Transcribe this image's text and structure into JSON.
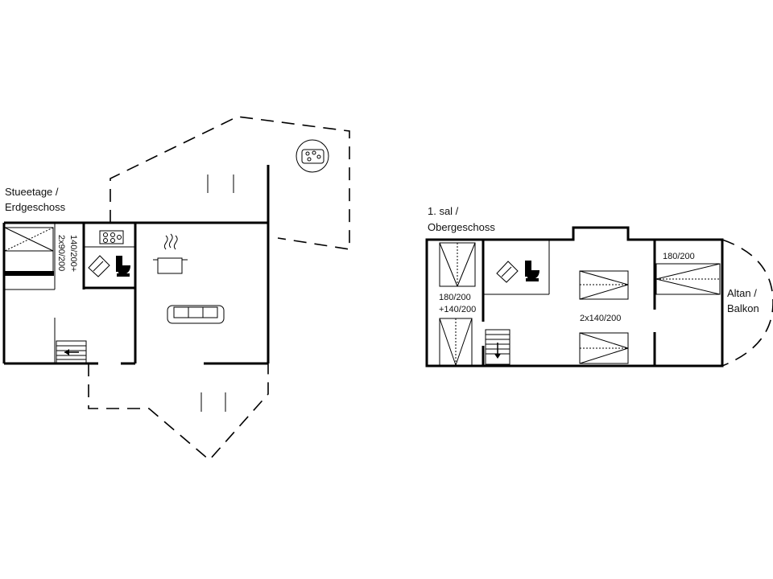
{
  "ground_floor": {
    "title_line1": "Stueetage /",
    "title_line2": "Erdgeschoss",
    "bed_line1": "140/200+",
    "bed_line2": "2x90/200"
  },
  "upper_floor": {
    "title_line1": "1. sal /",
    "title_line2": "Obergeschoss",
    "bed_left_line1": "180/200",
    "bed_left_line2": "+140/200",
    "bed_center": "2x140/200",
    "bed_right": "180/200",
    "balcony_line1": "Altan /",
    "balcony_line2": "Balkon"
  },
  "icons": [
    "hot-tub-icon",
    "stove-icon",
    "cooking-pot-icon",
    "sofa-icon",
    "toilet-icon",
    "shower-icon",
    "stairs-icon"
  ]
}
